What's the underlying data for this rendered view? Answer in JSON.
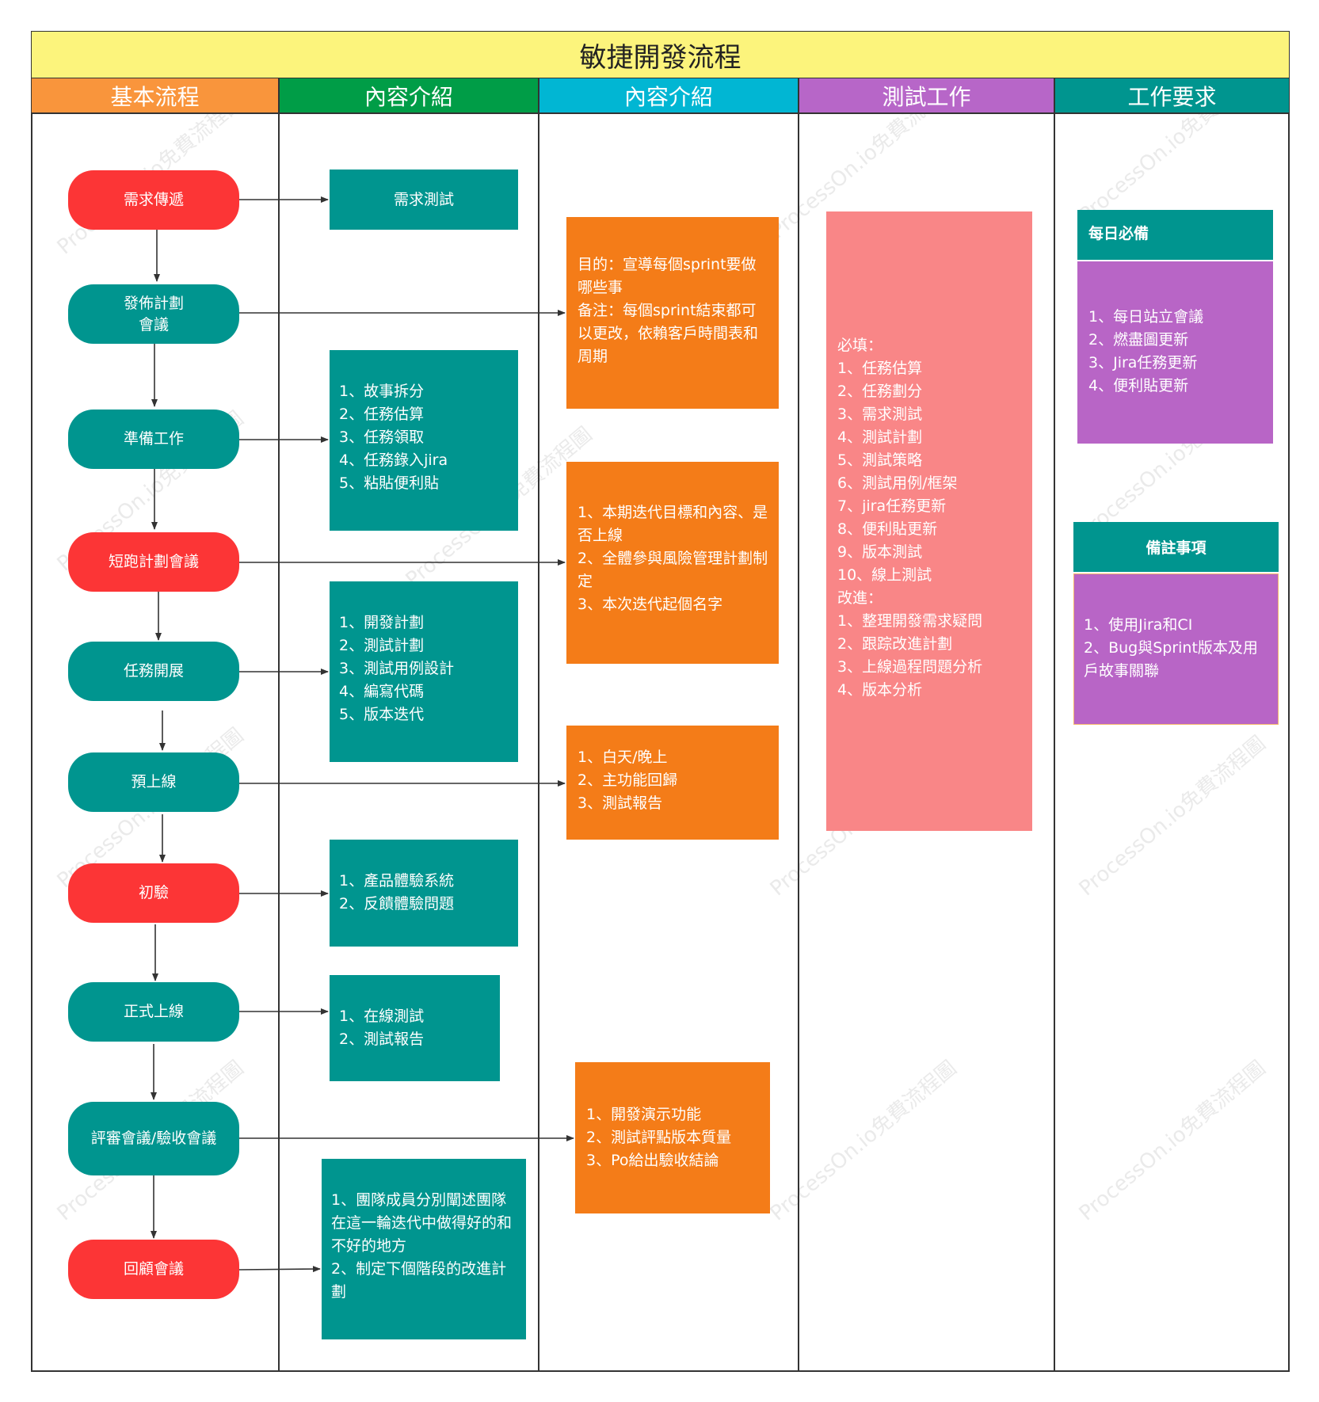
{
  "title": "敏捷開發流程",
  "columns": [
    "基本流程",
    "內容介紹",
    "內容介紹",
    "測試工作",
    "工作要求"
  ],
  "column_colors": [
    "#f9953c",
    "#009d47",
    "#01b6d3",
    "#b766c8",
    "#00958f"
  ],
  "flow_nodes": [
    {
      "label": "需求傳遞",
      "color": "red"
    },
    {
      "label": "發佈計劃\n會議",
      "color": "teal"
    },
    {
      "label": "準備工作",
      "color": "teal"
    },
    {
      "label": "短跑計劃會議",
      "color": "red"
    },
    {
      "label": "任務開展",
      "color": "teal"
    },
    {
      "label": "預上線",
      "color": "teal"
    },
    {
      "label": "初驗",
      "color": "red"
    },
    {
      "label": "正式上線",
      "color": "teal"
    },
    {
      "label": "評審會議/驗收會議",
      "color": "teal"
    },
    {
      "label": "回顧會議",
      "color": "red"
    }
  ],
  "col2_boxes": [
    "需求測試",
    "1、故事拆分\n2、任務估算\n3、任務領取\n4、任務錄入jira\n5、粘貼便利貼",
    "1、開發計劃\n2、測試計劃\n3、測試用例設計\n4、編寫代碼\n5、版本迭代",
    "1、產品體驗系統\n2、反饋體驗問題",
    "1、在線測試\n2、測試報告",
    "1、團隊成員分別闡述團隊在這一輪迭代中做得好的和不好的地方\n2、制定下個階段的改進計劃"
  ],
  "col3_boxes": [
    "目的：宣導每個sprint要做哪些事\n备注：每個sprint結束都可以更改，依賴客戶時間表和周期",
    "1、本期迭代目標和內容、是否上線\n2、全體參與風險管理計劃制定\n3、本次迭代起個名字",
    "1、白天/晚上\n2、主功能回歸\n3、測試報告",
    "1、開發演示功能\n2、測試評點版本質量\n3、Po給出驗收結論"
  ],
  "testing_box": "必填：\n1、任務估算\n2、任務劃分\n3、需求測試\n4、測試計劃\n5、測試策略\n6、測試用例/框架\n7、jira任務更新\n8、便利貼更新\n9、版本測試\n10、線上測試\n改進：\n1、整理開發需求疑問\n2、跟踪改進計劃\n3、上線過程問題分析\n4、版本分析",
  "daily": {
    "header": "每日必備",
    "body": "1、每日站立會議\n2、燃盡圖更新\n3、Jira任務更新\n4、便利貼更新"
  },
  "notes": {
    "header": "備註事項",
    "body": "1、使用Jira和CI\n2、Bug與Sprint版本及用戶故事關聯"
  },
  "watermark": "ProcessOn.io免費流程圖"
}
